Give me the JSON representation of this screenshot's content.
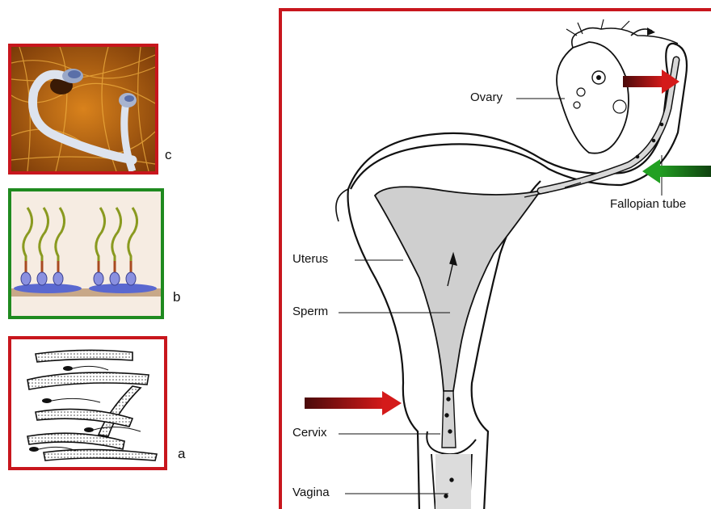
{
  "panels": [
    {
      "letter": "c",
      "border_color": "#c8161d"
    },
    {
      "letter": "b",
      "border_color": "#1f8a1f"
    },
    {
      "letter": "a",
      "border_color": "#c8161d"
    }
  ],
  "diagram": {
    "frame_color": "#c8161d",
    "labels": {
      "ovary": "Ovary",
      "fallopian_tube": "Fallopian tube",
      "uterus": "Uterus",
      "sperm": "Sperm",
      "cervix": "Cervix",
      "vagina": "Vagina"
    },
    "arrow_colors": {
      "red": "#a3141b",
      "green": "#1f7a1f"
    }
  }
}
